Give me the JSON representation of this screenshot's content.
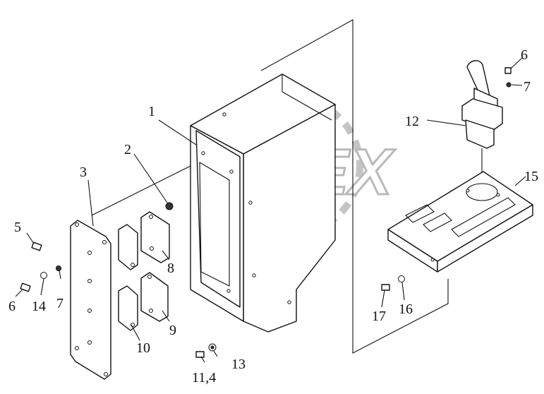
{
  "watermark": {
    "text": "OPEX"
  },
  "callouts": {
    "c1": "1",
    "c2": "2",
    "c3": "3",
    "c5": "5",
    "c6a": "6",
    "c14": "14",
    "c7a": "7",
    "c8": "8",
    "c9": "9",
    "c10": "10",
    "c11_4": "11,4",
    "c13": "13",
    "c6b": "6",
    "c7b": "7",
    "c12": "12",
    "c15": "15",
    "c16": "16",
    "c17": "17"
  },
  "colors": {
    "line": "#111111",
    "watermark": "#b9b9b9",
    "background": "#ffffff"
  }
}
